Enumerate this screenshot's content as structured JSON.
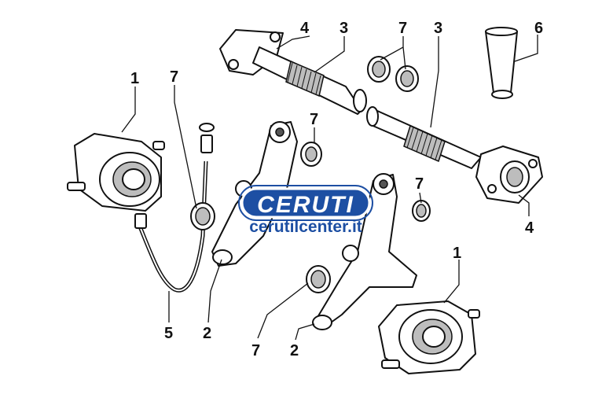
{
  "callouts": [
    "1",
    "1",
    "2",
    "2",
    "3",
    "3",
    "4",
    "4",
    "5",
    "6",
    "7",
    "7",
    "7",
    "7",
    "7"
  ],
  "watermark": {
    "brand": "CERUTI",
    "url": "cerutilcenter.it",
    "color": "#1d4fa3"
  }
}
